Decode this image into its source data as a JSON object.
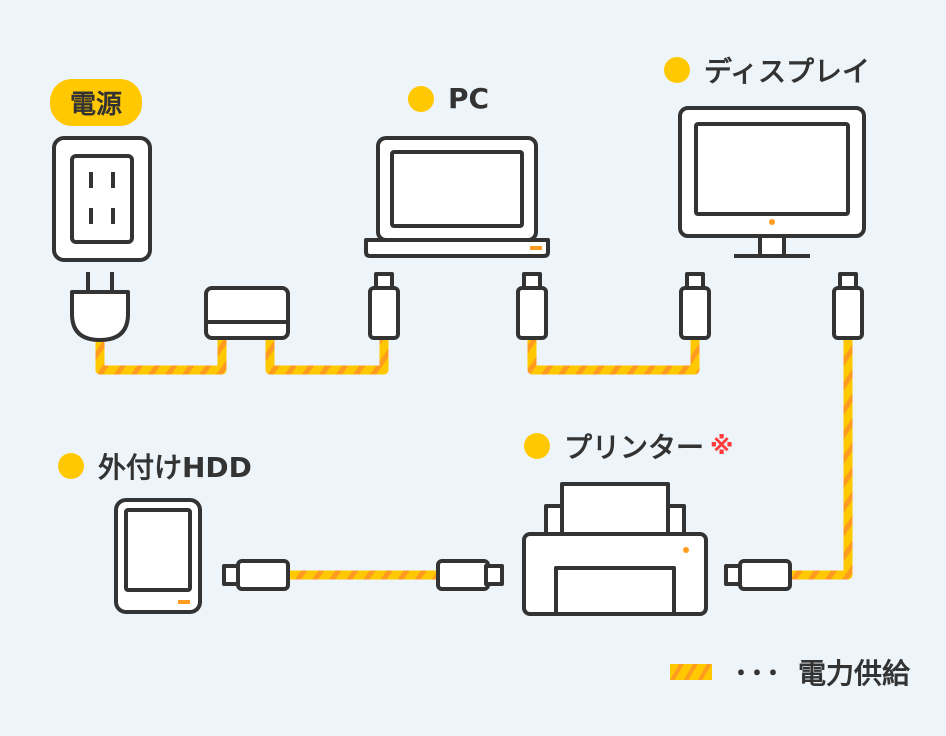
{
  "devices": {
    "power": {
      "label": "電源"
    },
    "pc": {
      "label": "PC"
    },
    "display": {
      "label": "ディスプレイ"
    },
    "external_hdd": {
      "label": "外付けHDD"
    },
    "printer": {
      "label": "プリンター",
      "note_mark": "※"
    }
  },
  "legend": {
    "dots": "･･･",
    "label": "電力供給"
  },
  "colors": {
    "accent": "#ffc800",
    "cable_stripe": "#ff9b1e",
    "outline": "#333333",
    "device_fill": "#ffffff",
    "background": "#eef5fa",
    "note_red": "#ff3b3b"
  }
}
